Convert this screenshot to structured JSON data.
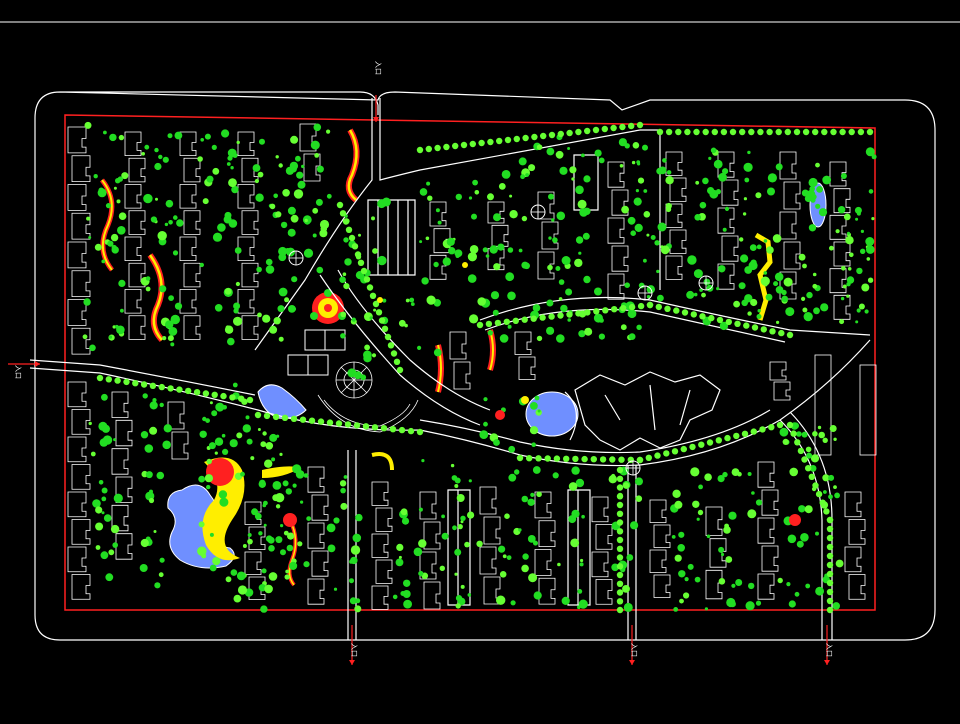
{
  "colors": {
    "background": "#000000",
    "boundary": "#ff2020",
    "road_line": "#ffffff",
    "building_outline": "#ffffff",
    "tree_green": "#22dd22",
    "tree_light": "#66ff33",
    "flower_yellow": "#ffee00",
    "flower_red": "#ff2020",
    "water": "#6f8fff"
  },
  "icons": {
    "entrance_marker": "entrance-arrow-icon",
    "tree": "tree-icon",
    "fountain": "fountain-icon"
  },
  "entrances": [
    {
      "name": "north",
      "text": "入口"
    },
    {
      "name": "west",
      "text": "入口"
    },
    {
      "name": "south-west",
      "text": "入口"
    },
    {
      "name": "south-center",
      "text": "入口"
    },
    {
      "name": "south-east",
      "text": "入口"
    }
  ]
}
